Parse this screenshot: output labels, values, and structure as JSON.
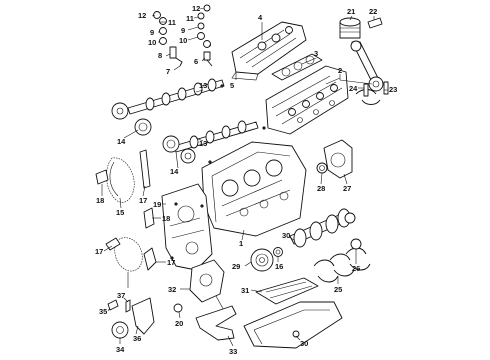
{
  "diagram": {
    "callouts": [
      {
        "id": "c1",
        "text": "1"
      },
      {
        "id": "c2",
        "text": "2"
      },
      {
        "id": "c3",
        "text": "3"
      },
      {
        "id": "c4",
        "text": "4"
      },
      {
        "id": "c5",
        "text": "5"
      },
      {
        "id": "c6",
        "text": "6"
      },
      {
        "id": "c7",
        "text": "7"
      },
      {
        "id": "c8",
        "text": "8"
      },
      {
        "id": "c9",
        "text": "9"
      },
      {
        "id": "c9b",
        "text": "9"
      },
      {
        "id": "c10",
        "text": "10"
      },
      {
        "id": "c10b",
        "text": "10"
      },
      {
        "id": "c11",
        "text": "11"
      },
      {
        "id": "c11b",
        "text": "11"
      },
      {
        "id": "c12",
        "text": "12"
      },
      {
        "id": "c12b",
        "text": "12"
      },
      {
        "id": "c13",
        "text": "13"
      },
      {
        "id": "c13b",
        "text": "13"
      },
      {
        "id": "c14",
        "text": "14"
      },
      {
        "id": "c14b",
        "text": "14"
      },
      {
        "id": "c15",
        "text": "15"
      },
      {
        "id": "c16",
        "text": "16"
      },
      {
        "id": "c17",
        "text": "17"
      },
      {
        "id": "c17b",
        "text": "17"
      },
      {
        "id": "c17c",
        "text": "17"
      },
      {
        "id": "c18",
        "text": "18"
      },
      {
        "id": "c18b",
        "text": "18"
      },
      {
        "id": "c19",
        "text": "19"
      },
      {
        "id": "c20",
        "text": "20"
      },
      {
        "id": "c21",
        "text": "21"
      },
      {
        "id": "c22",
        "text": "22"
      },
      {
        "id": "c23",
        "text": "23"
      },
      {
        "id": "c24",
        "text": "24"
      },
      {
        "id": "c25",
        "text": "25"
      },
      {
        "id": "c26",
        "text": "26"
      },
      {
        "id": "c27",
        "text": "27"
      },
      {
        "id": "c28",
        "text": "28"
      },
      {
        "id": "c29",
        "text": "29"
      },
      {
        "id": "c30",
        "text": "30"
      },
      {
        "id": "c31",
        "text": "31"
      },
      {
        "id": "c32",
        "text": "32"
      },
      {
        "id": "c33",
        "text": "33"
      },
      {
        "id": "c34",
        "text": "34"
      },
      {
        "id": "c35",
        "text": "35"
      },
      {
        "id": "c36",
        "text": "36"
      },
      {
        "id": "c37",
        "text": "37"
      }
    ]
  }
}
